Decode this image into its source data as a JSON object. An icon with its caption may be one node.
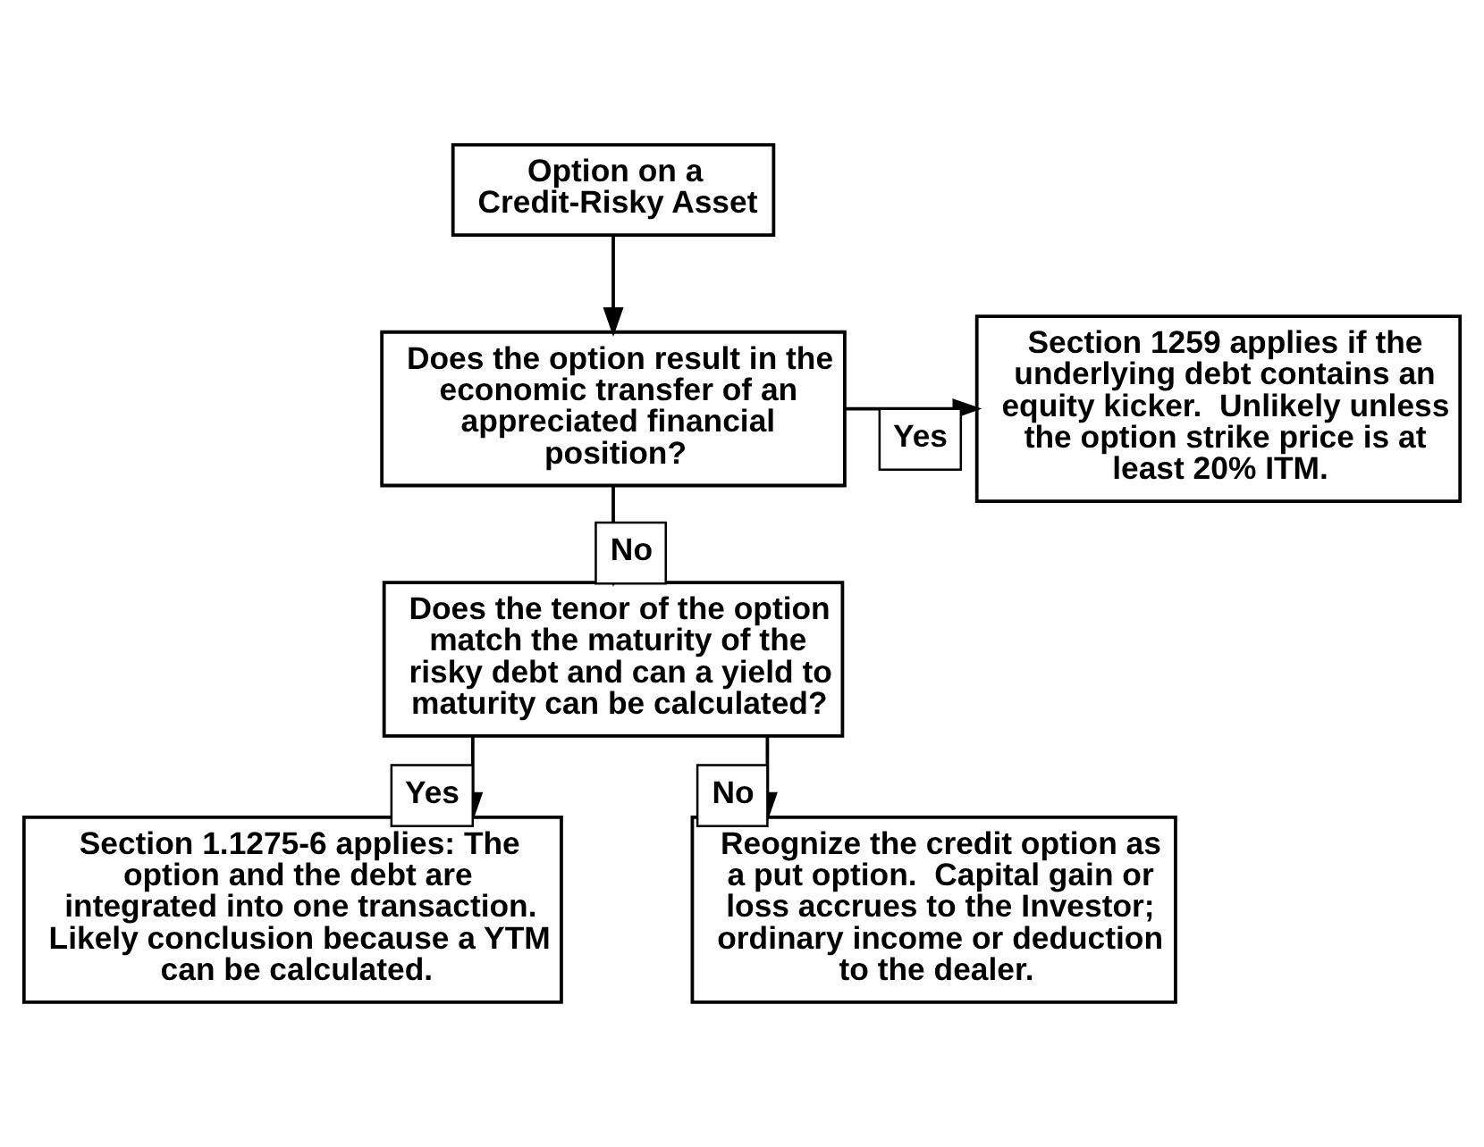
{
  "diagram": {
    "nodes": [
      {
        "text": [
          "Option on a Credit-Risky Asset"
        ]
      },
      {
        "text": [
          "Does the option result in the economic transfer of an appreciated financial position?"
        ]
      },
      {
        "text": [
          "Section 1259 applies if the underlying debt contains an equity kicker.  Unlikely unless the option strike price is at least 20% ITM."
        ]
      },
      {
        "text": [
          "Does the tenor of the option match the maturity of the risky debt and can a yield to maturity can be calculated?"
        ]
      },
      {
        "text": [
          "Section 1.1275-6 applies: The option and the debt are integrated into one transaction.  Likely conclusion because a YTM can be calculated."
        ]
      },
      {
        "text": [
          "Reognize the credit option as a put option.  Capital gain or loss accrues to the Investor; ordinary income or deduction to the dealer."
        ]
      }
    ],
    "edges": [
      {
        "from": 0,
        "to": 1,
        "arrow": "to"
      },
      {
        "from": 1,
        "to": 2,
        "arrow": "to",
        "label": "Yes"
      },
      {
        "from": 1,
        "to": 3,
        "arrow": "to",
        "label": "No"
      },
      {
        "from": 3,
        "to": 4,
        "arrow": "to",
        "label": "Yes"
      },
      {
        "from": 3,
        "to": 5,
        "arrow": "to",
        "label": "No"
      }
    ]
  }
}
